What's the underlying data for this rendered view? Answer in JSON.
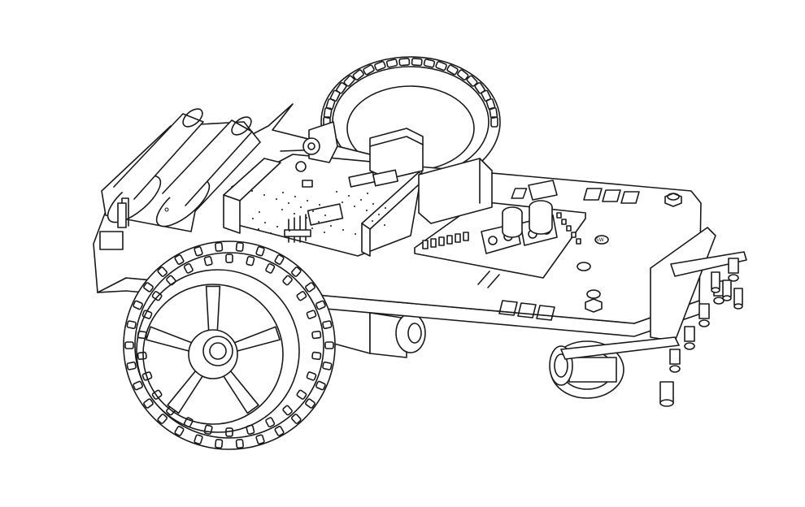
{
  "figure": {
    "style": "line-art",
    "line_color": "#1a1a1a",
    "background": "#ffffff"
  },
  "parts": {
    "battery_holder": {
      "cells": 2
    },
    "wheels": {
      "count": 2,
      "spokes": 5
    },
    "caster": {
      "count": 1
    },
    "screws": {
      "count": 4
    },
    "motor_driver": {
      "terminal_blocks": 2,
      "capacitors": 2
    },
    "controller_board": {
      "header_rows": 2
    },
    "sensor_board": {
      "leds": 5
    }
  }
}
